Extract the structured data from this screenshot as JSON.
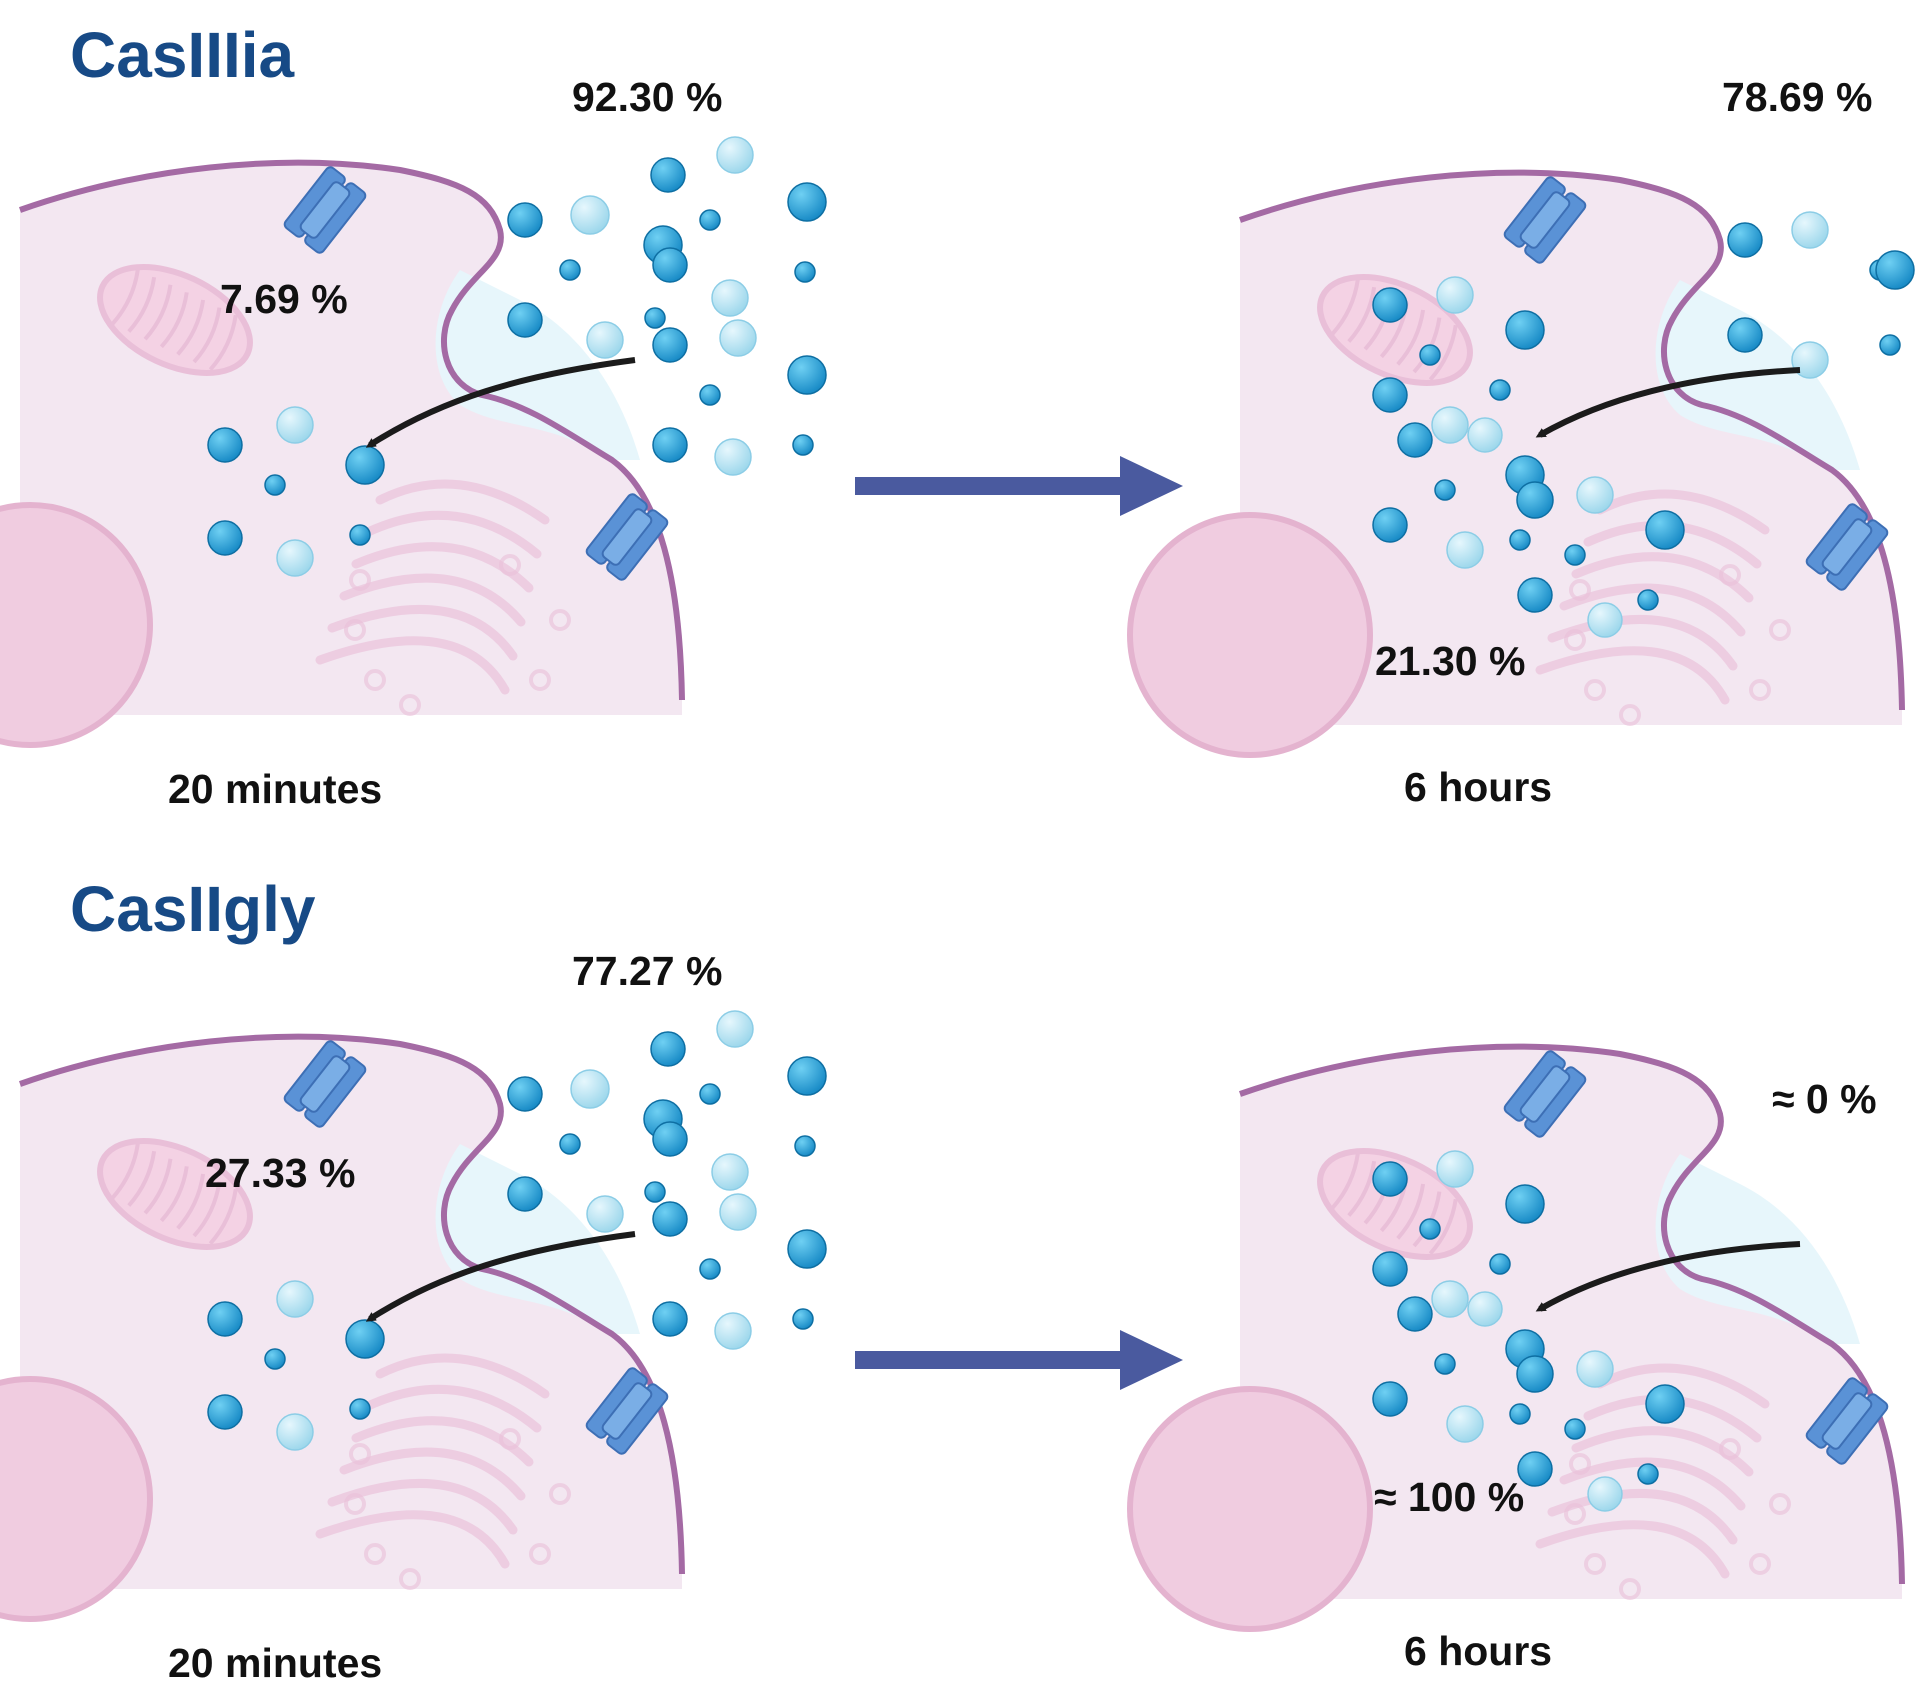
{
  "panels": [
    {
      "title": "CasIIIia",
      "left": {
        "outside_pct": "92.30 %",
        "inside_pct": "7.69 %",
        "time": "20 minutes"
      },
      "right": {
        "outside_pct": "78.69 %",
        "inside_pct": "21.30 %",
        "time": "6 hours"
      }
    },
    {
      "title": "CasIIgly",
      "left": {
        "outside_pct": "77.27 %",
        "inside_pct": "27.33 %",
        "time": "20 minutes"
      },
      "right": {
        "outside_pct": "≈ 0 %",
        "inside_pct": "≈ 100 %",
        "time": "6 hours"
      }
    }
  ],
  "colors": {
    "title": "#174a86",
    "cytoplasm": "#f3e7f1",
    "membrane": "#a46aa4",
    "organelle": "#e9bfd8",
    "vesicle_fluid": "#e6f5fb",
    "channel": "#5a92d6",
    "particle_dark": "#1a8cc7",
    "particle_light": "#9fd8ec",
    "process_arrow": "#4a5a9f",
    "uptake_arrow": "#1b1b1b"
  },
  "icons": [
    "cell-icon",
    "ion-channel-icon",
    "mitochondrion-icon",
    "golgi-icon",
    "nucleus-icon",
    "particle-icon",
    "arrow-icon"
  ]
}
